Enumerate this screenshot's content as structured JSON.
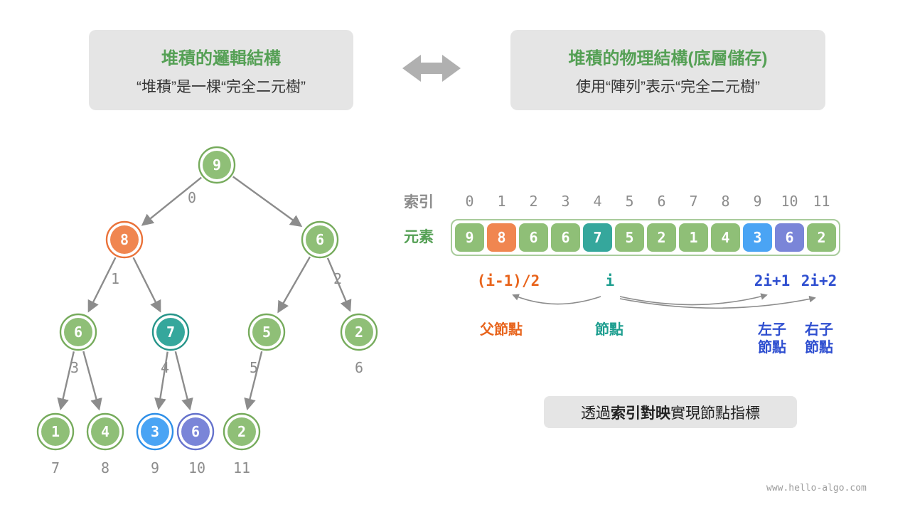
{
  "headers": {
    "logical": {
      "title": "堆積的邏輯結構",
      "subtitle": "“堆積”是一棵“完全二元樹”"
    },
    "physical": {
      "title": "堆積的物理結構(底層儲存)",
      "subtitle": "使用“陣列”表示“完全二元樹”"
    }
  },
  "tree": {
    "nodes": [
      {
        "value": "9",
        "index": "0",
        "color": "green"
      },
      {
        "value": "8",
        "index": "1",
        "color": "orange"
      },
      {
        "value": "6",
        "index": "2",
        "color": "green"
      },
      {
        "value": "6",
        "index": "3",
        "color": "green"
      },
      {
        "value": "7",
        "index": "4",
        "color": "teal"
      },
      {
        "value": "5",
        "index": "5",
        "color": "green"
      },
      {
        "value": "2",
        "index": "6",
        "color": "green"
      },
      {
        "value": "1",
        "index": "7",
        "color": "green"
      },
      {
        "value": "4",
        "index": "8",
        "color": "green"
      },
      {
        "value": "3",
        "index": "9",
        "color": "blue"
      },
      {
        "value": "6",
        "index": "10",
        "color": "purple"
      },
      {
        "value": "2",
        "index": "11",
        "color": "green"
      }
    ]
  },
  "array": {
    "index_label": "索引",
    "element_label": "元素",
    "indices": [
      "0",
      "1",
      "2",
      "3",
      "4",
      "5",
      "6",
      "7",
      "8",
      "9",
      "10",
      "11"
    ],
    "cells": [
      {
        "value": "9",
        "color": "green"
      },
      {
        "value": "8",
        "color": "orange"
      },
      {
        "value": "6",
        "color": "green"
      },
      {
        "value": "6",
        "color": "green"
      },
      {
        "value": "7",
        "color": "teal"
      },
      {
        "value": "5",
        "color": "green"
      },
      {
        "value": "2",
        "color": "green"
      },
      {
        "value": "1",
        "color": "green"
      },
      {
        "value": "4",
        "color": "green"
      },
      {
        "value": "3",
        "color": "blue"
      },
      {
        "value": "6",
        "color": "purple"
      },
      {
        "value": "2",
        "color": "green"
      }
    ]
  },
  "formulas": {
    "parent": "(i-1)/2",
    "node": "i",
    "left_child": "2i+1",
    "right_child": "2i+2"
  },
  "labels": {
    "parent": "父節點",
    "node": "節點",
    "left_child_line1": "左子",
    "left_child_line2": "節點",
    "right_child_line1": "右子",
    "right_child_line2": "節點"
  },
  "callout": {
    "prefix": "透過",
    "bold": "索引對映",
    "suffix": "實現節點指標"
  },
  "watermark": "www.hello-algo.com",
  "colors": {
    "green": "#8fbf77",
    "green_border": "#76ab5c",
    "orange": "#f08650",
    "orange_border": "#ea7239",
    "teal": "#35a79c",
    "teal_border": "#27958a",
    "blue": "#4aa4f4",
    "blue_border": "#2e8fe8",
    "purple": "#7a85d8",
    "purple_border": "#6572cc",
    "title_green": "#55a055",
    "formula_orange": "#e8641c",
    "formula_teal": "#1d9e8f",
    "formula_blue": "#2f4fd0",
    "gray_text": "#8c8c8c",
    "box_bg": "#e5e5e5",
    "arrow_gray": "#8c8c8c"
  }
}
